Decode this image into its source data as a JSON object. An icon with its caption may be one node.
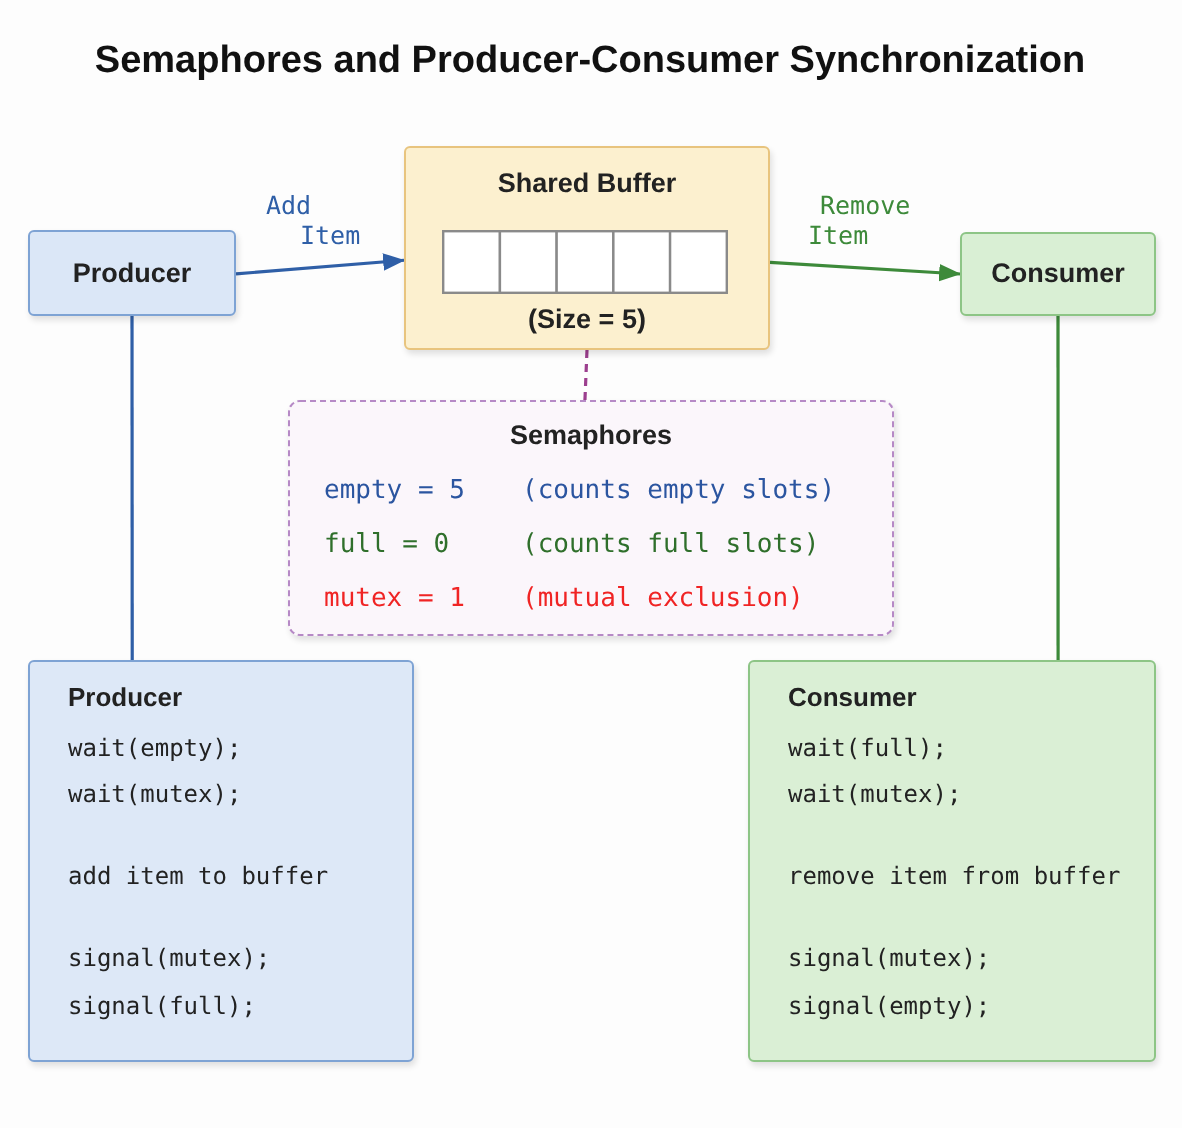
{
  "diagram": {
    "title": "Semaphores and Producer-Consumer Synchronization",
    "nodes": [
      {
        "text": [
          "Producer"
        ]
      },
      {
        "text": [
          "Shared Buffer",
          "(Size = 5)"
        ]
      },
      {
        "text": [
          "Consumer"
        ]
      },
      {
        "text": [
          "Semaphores",
          "empty = 5",
          "(counts empty slots)",
          "full = 0",
          "(counts full slots)",
          "mutex = 1",
          "(mutual exclusion)"
        ]
      },
      {
        "text": [
          "Producer",
          "wait(empty);",
          "wait(mutex);",
          "add item to buffer",
          "signal(mutex);",
          "signal(full);"
        ]
      },
      {
        "text": [
          "Consumer",
          "wait(full);",
          "wait(mutex);",
          "remove item from buffer",
          "signal(mutex);",
          "signal(empty);"
        ]
      }
    ],
    "edges": [
      {
        "from": 0,
        "to": 1,
        "arrow": "to",
        "label": "Add Item",
        "color": "#2f5fa7"
      },
      {
        "from": 1,
        "to": 2,
        "arrow": "to",
        "label": "Remove Item",
        "color": "#3d8a3a"
      },
      {
        "from": 1,
        "to": 3,
        "arrow": "none",
        "style": "dashed",
        "color": "#9c3f8e"
      },
      {
        "from": 0,
        "to": 4,
        "arrow": "none",
        "color": "#2f5fa7"
      },
      {
        "from": 2,
        "to": 5,
        "arrow": "none",
        "color": "#3d8a3a"
      }
    ]
  }
}
